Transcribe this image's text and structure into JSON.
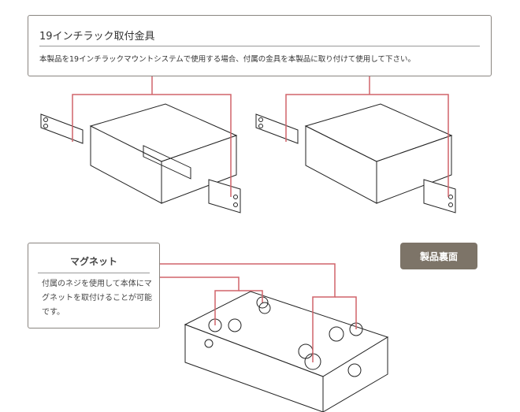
{
  "rack_section": {
    "title": "19インチラック取付金具",
    "description": "本製品を19インチラックマウントシステムで使用する場合、付属の金具を本製品に取り付けて使用して下さい。"
  },
  "magnet_section": {
    "title": "マグネット",
    "description": "付属のネジを使用して本体にマグネットを取付けることが可能です。"
  },
  "back_badge": "製品裏面",
  "colors": {
    "callout": "#d0646a",
    "badge": "#7d7468"
  }
}
